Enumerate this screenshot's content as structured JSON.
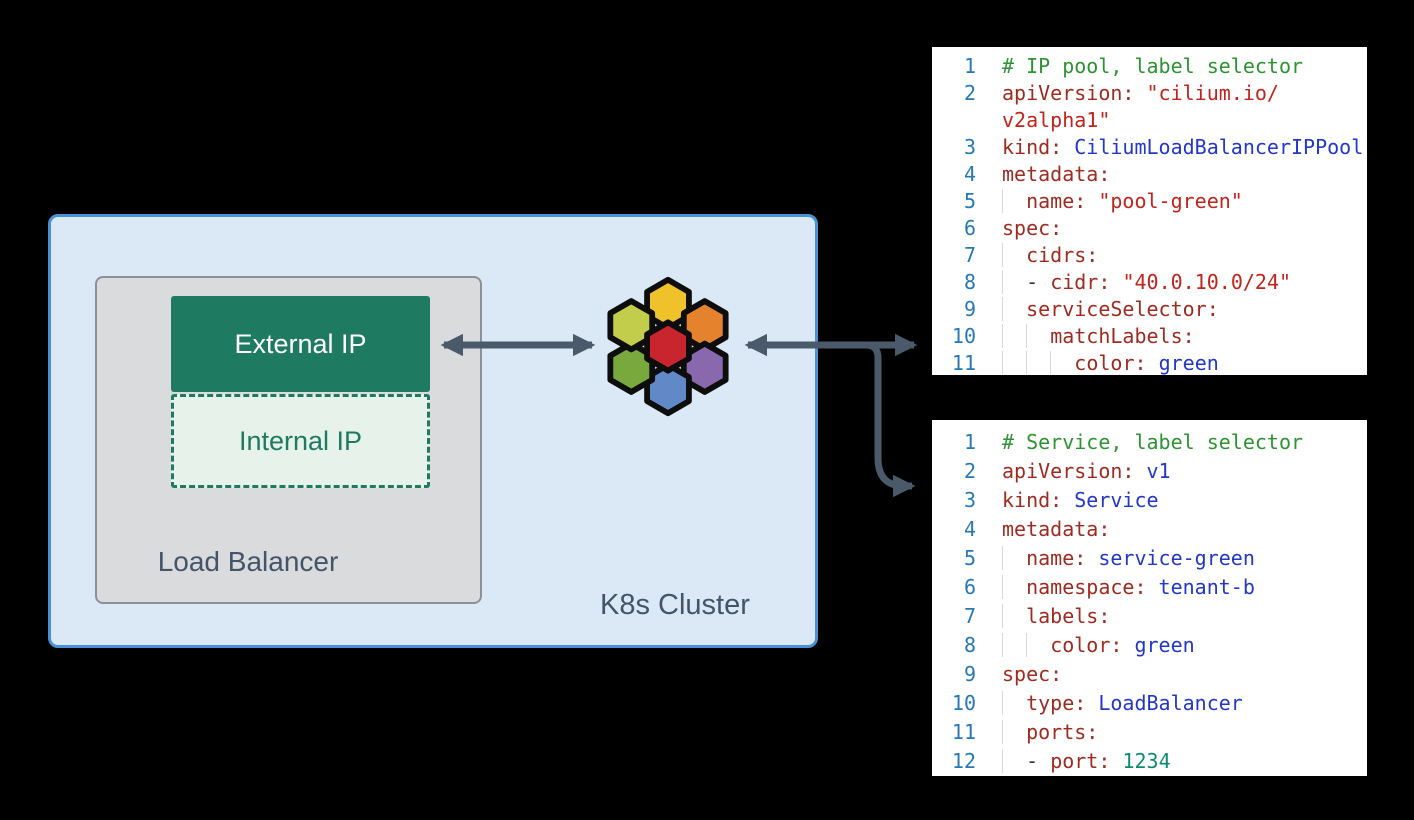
{
  "diagram": {
    "cluster_label": "K8s Cluster",
    "load_balancer_label": "Load Balancer",
    "external_ip_label": "External IP",
    "internal_ip_label": "Internal IP"
  },
  "colors": {
    "background": "#000000",
    "cluster_fill": "#dbe8f5",
    "cluster_border": "#4a90d5",
    "lb_fill": "#d9dbdd",
    "lb_border": "#8b9198",
    "external_fill": "#1e7a60",
    "external_text": "#ffffff",
    "internal_fill": "#e7f2eb",
    "internal_border": "#1e7a60",
    "label_text": "#44546a",
    "arrow": "#4a5a6a",
    "code_bg": "#ffffff",
    "line_number": "#2878b5",
    "comment": "#2e9333",
    "key": "#9e2b20",
    "string": "#c0241c",
    "value": "#2337c8",
    "number": "#0e8a72",
    "plain": "#333333",
    "indent_guide": "#d9d9d9",
    "hex_stroke": "#0d0d0d"
  },
  "cilium": {
    "hexes": [
      {
        "name": "hex-top",
        "color": "#efc12a"
      },
      {
        "name": "hex-upper-right",
        "color": "#e5822e"
      },
      {
        "name": "hex-lower-right",
        "color": "#8a68ae"
      },
      {
        "name": "hex-bottom",
        "color": "#6188c7"
      },
      {
        "name": "hex-lower-left",
        "color": "#79a83d"
      },
      {
        "name": "hex-upper-left",
        "color": "#c2ce4b"
      },
      {
        "name": "hex-center",
        "color": "#c9252e"
      }
    ]
  },
  "code_blocks": [
    {
      "name": "code-block-ippool",
      "rows": [
        {
          "num": "1",
          "indent": 0,
          "segs": [
            {
              "t": "# IP pool, label selector",
              "c": "comment"
            }
          ]
        },
        {
          "num": "2",
          "indent": 0,
          "segs": [
            {
              "t": "apiVersion:",
              "c": "key"
            },
            {
              "t": " \"cilium.io/",
              "c": "str"
            }
          ]
        },
        {
          "num": "",
          "indent": 0,
          "segs": [
            {
              "t": "v2alpha1\"",
              "c": "str"
            }
          ]
        },
        {
          "num": "3",
          "indent": 0,
          "segs": [
            {
              "t": "kind:",
              "c": "key"
            },
            {
              "t": " CiliumLoadBalancerIPPool",
              "c": "val"
            }
          ]
        },
        {
          "num": "4",
          "indent": 0,
          "segs": [
            {
              "t": "metadata:",
              "c": "key"
            }
          ]
        },
        {
          "num": "5",
          "indent": 1,
          "segs": [
            {
              "t": "name:",
              "c": "key"
            },
            {
              "t": " \"pool-green\"",
              "c": "str"
            }
          ]
        },
        {
          "num": "6",
          "indent": 0,
          "segs": [
            {
              "t": "spec:",
              "c": "key"
            }
          ]
        },
        {
          "num": "7",
          "indent": 1,
          "segs": [
            {
              "t": "cidrs:",
              "c": "key"
            }
          ]
        },
        {
          "num": "8",
          "indent": 1,
          "segs": [
            {
              "t": "- ",
              "c": "plain"
            },
            {
              "t": "cidr:",
              "c": "key"
            },
            {
              "t": " \"40.0.10.0/24\"",
              "c": "str"
            }
          ]
        },
        {
          "num": "9",
          "indent": 1,
          "segs": [
            {
              "t": "serviceSelector:",
              "c": "key"
            }
          ]
        },
        {
          "num": "10",
          "indent": 2,
          "segs": [
            {
              "t": "matchLabels:",
              "c": "key"
            }
          ]
        },
        {
          "num": "11",
          "indent": 3,
          "segs": [
            {
              "t": "color:",
              "c": "key"
            },
            {
              "t": " green",
              "c": "val"
            }
          ]
        }
      ]
    },
    {
      "name": "code-block-service",
      "rows": [
        {
          "num": "1",
          "indent": 0,
          "segs": [
            {
              "t": "# Service, label selector",
              "c": "comment"
            }
          ]
        },
        {
          "num": "2",
          "indent": 0,
          "segs": [
            {
              "t": "apiVersion:",
              "c": "key"
            },
            {
              "t": " v1",
              "c": "val"
            }
          ]
        },
        {
          "num": "3",
          "indent": 0,
          "segs": [
            {
              "t": "kind:",
              "c": "key"
            },
            {
              "t": " Service",
              "c": "val"
            }
          ]
        },
        {
          "num": "4",
          "indent": 0,
          "segs": [
            {
              "t": "metadata:",
              "c": "key"
            }
          ]
        },
        {
          "num": "5",
          "indent": 1,
          "segs": [
            {
              "t": "name:",
              "c": "key"
            },
            {
              "t": " service-green",
              "c": "val"
            }
          ]
        },
        {
          "num": "6",
          "indent": 1,
          "segs": [
            {
              "t": "namespace:",
              "c": "key"
            },
            {
              "t": " tenant-b",
              "c": "val"
            }
          ]
        },
        {
          "num": "7",
          "indent": 1,
          "segs": [
            {
              "t": "labels:",
              "c": "key"
            }
          ]
        },
        {
          "num": "8",
          "indent": 2,
          "segs": [
            {
              "t": "color:",
              "c": "key"
            },
            {
              "t": " green",
              "c": "val"
            }
          ]
        },
        {
          "num": "9",
          "indent": 0,
          "segs": [
            {
              "t": "spec:",
              "c": "key"
            }
          ]
        },
        {
          "num": "10",
          "indent": 1,
          "segs": [
            {
              "t": "type:",
              "c": "key"
            },
            {
              "t": " LoadBalancer",
              "c": "val"
            }
          ]
        },
        {
          "num": "11",
          "indent": 1,
          "segs": [
            {
              "t": "ports:",
              "c": "key"
            }
          ]
        },
        {
          "num": "12",
          "indent": 1,
          "segs": [
            {
              "t": "- ",
              "c": "plain"
            },
            {
              "t": "port:",
              "c": "key"
            },
            {
              "t": " 1234",
              "c": "num"
            }
          ]
        }
      ]
    }
  ]
}
